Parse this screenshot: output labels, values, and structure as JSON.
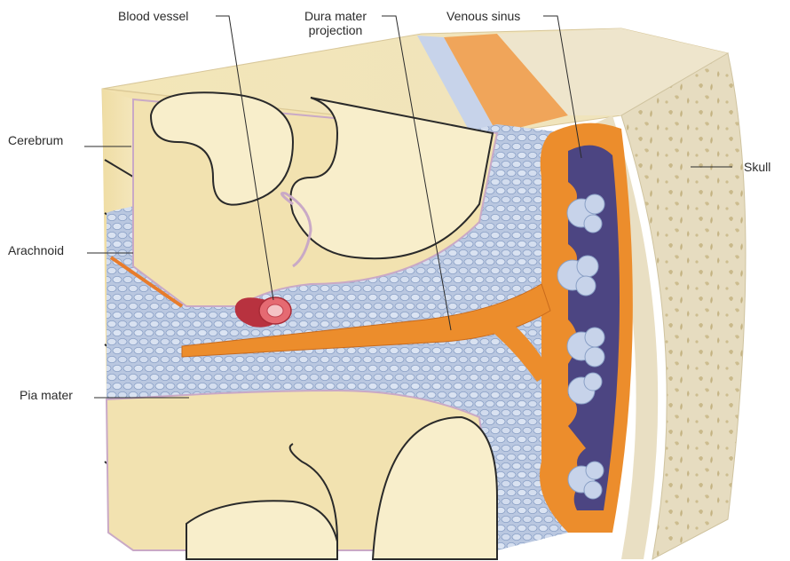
{
  "labels": {
    "blood_vessel": "Blood vessel",
    "dura_mater_projection_line1": "Dura mater",
    "dura_mater_projection_line2": "projection",
    "venous_sinus": "Venous sinus",
    "cerebrum": "Cerebrum",
    "skull": "Skull",
    "arachnoid": "Arachnoid",
    "pia_mater": "Pia mater"
  },
  "colors": {
    "brain_tissue": "#f2e2b0",
    "gyrus_fold": "#f8eecb",
    "subarachnoid_space": "#b9c7e0",
    "dura_mater": "#ec8d2c",
    "venous_blood": "#4c4582",
    "bone": "#e8dfc4",
    "vessel": "#d84d56"
  }
}
